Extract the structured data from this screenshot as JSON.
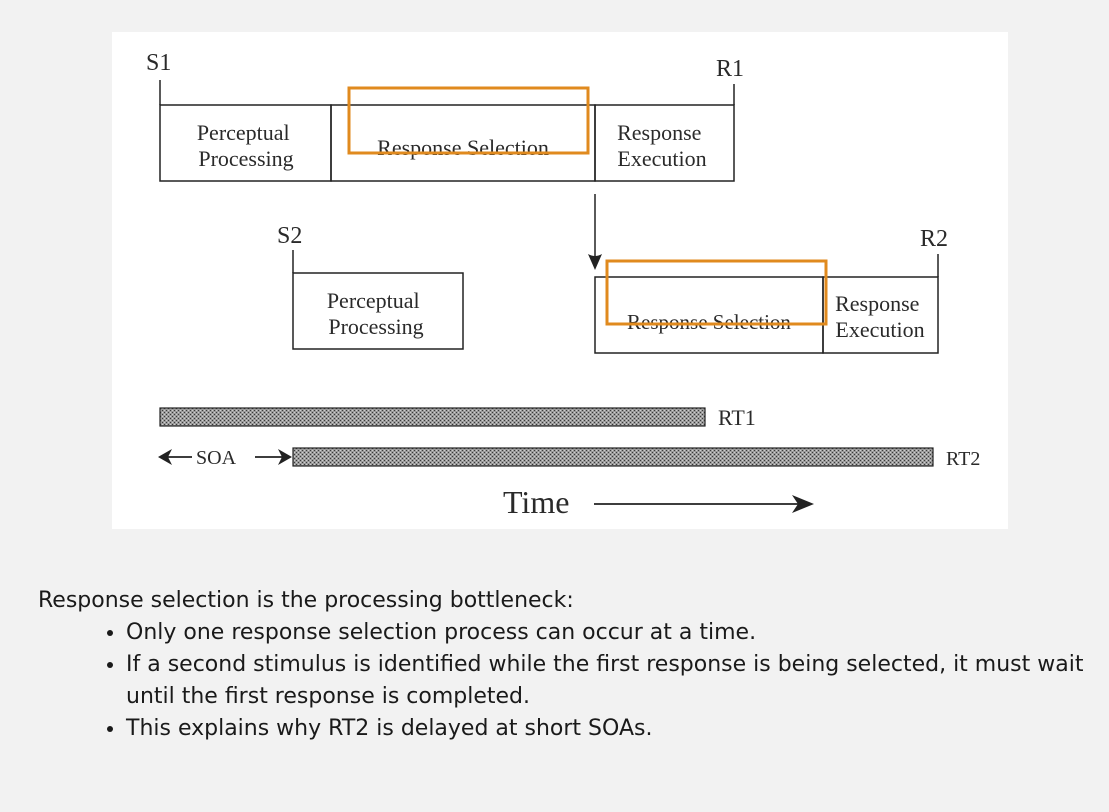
{
  "diagram": {
    "task1": {
      "stimulus": "S1",
      "response": "R1",
      "stages": [
        "Perceptual Processing",
        "Response Selection",
        "Response Execution"
      ],
      "stage_lines": [
        [
          "Perceptual",
          "Processing"
        ],
        [
          "Response Selection"
        ],
        [
          "Response",
          "Execution"
        ]
      ]
    },
    "task2": {
      "stimulus": "S2",
      "response": "R2",
      "stages": [
        "Perceptual Processing",
        "Response Selection",
        "Response Execution"
      ],
      "stage_lines": [
        [
          "Perceptual",
          "Processing"
        ],
        [
          "Response Selection"
        ],
        [
          "Response",
          "Execution"
        ]
      ]
    },
    "rt1_label": "RT1",
    "rt2_label": "RT2",
    "soa_label": "SOA",
    "time_label": "Time",
    "highlight_color": "#e08a1e"
  },
  "caption": {
    "intro": "Response selection is the processing bottleneck:",
    "bullets": [
      "Only one response selection process can occur at a time.",
      "If a second stimulus is identified while the first response is being selected, it must wait until the first response is completed.",
      "This explains why RT2 is delayed at short SOAs."
    ]
  }
}
